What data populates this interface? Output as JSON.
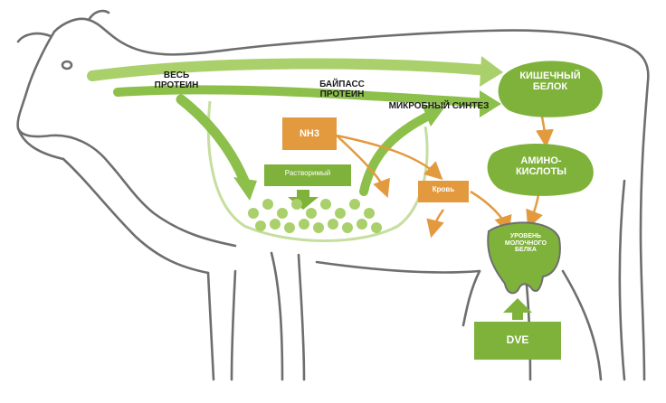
{
  "labels": {
    "whole_protein": "ВЕСЬ\nПРОТЕИН",
    "bypass_protein": "БАЙПАСС\nПРОТЕИН",
    "microbial_synthesis": "МИКРОБНЫЙ СИНТЕЗ",
    "intestinal_protein": "КИШЕЧНЫЙ\nБЕЛОК",
    "amino_acids": "АМИНО-\nКИСЛОТЫ",
    "nh3": "NH3",
    "soluble": "Растворимый",
    "blood": "Кровь",
    "milk_protein_level": "УРОВЕНЬ\nМОЛОЧНОГО\nБЕЛКА",
    "dve": "DVE"
  },
  "colors": {
    "green": "#7fb23a",
    "light_green": "#a9d06a",
    "orange": "#e39a3f",
    "outline": "#6e6e6e"
  }
}
